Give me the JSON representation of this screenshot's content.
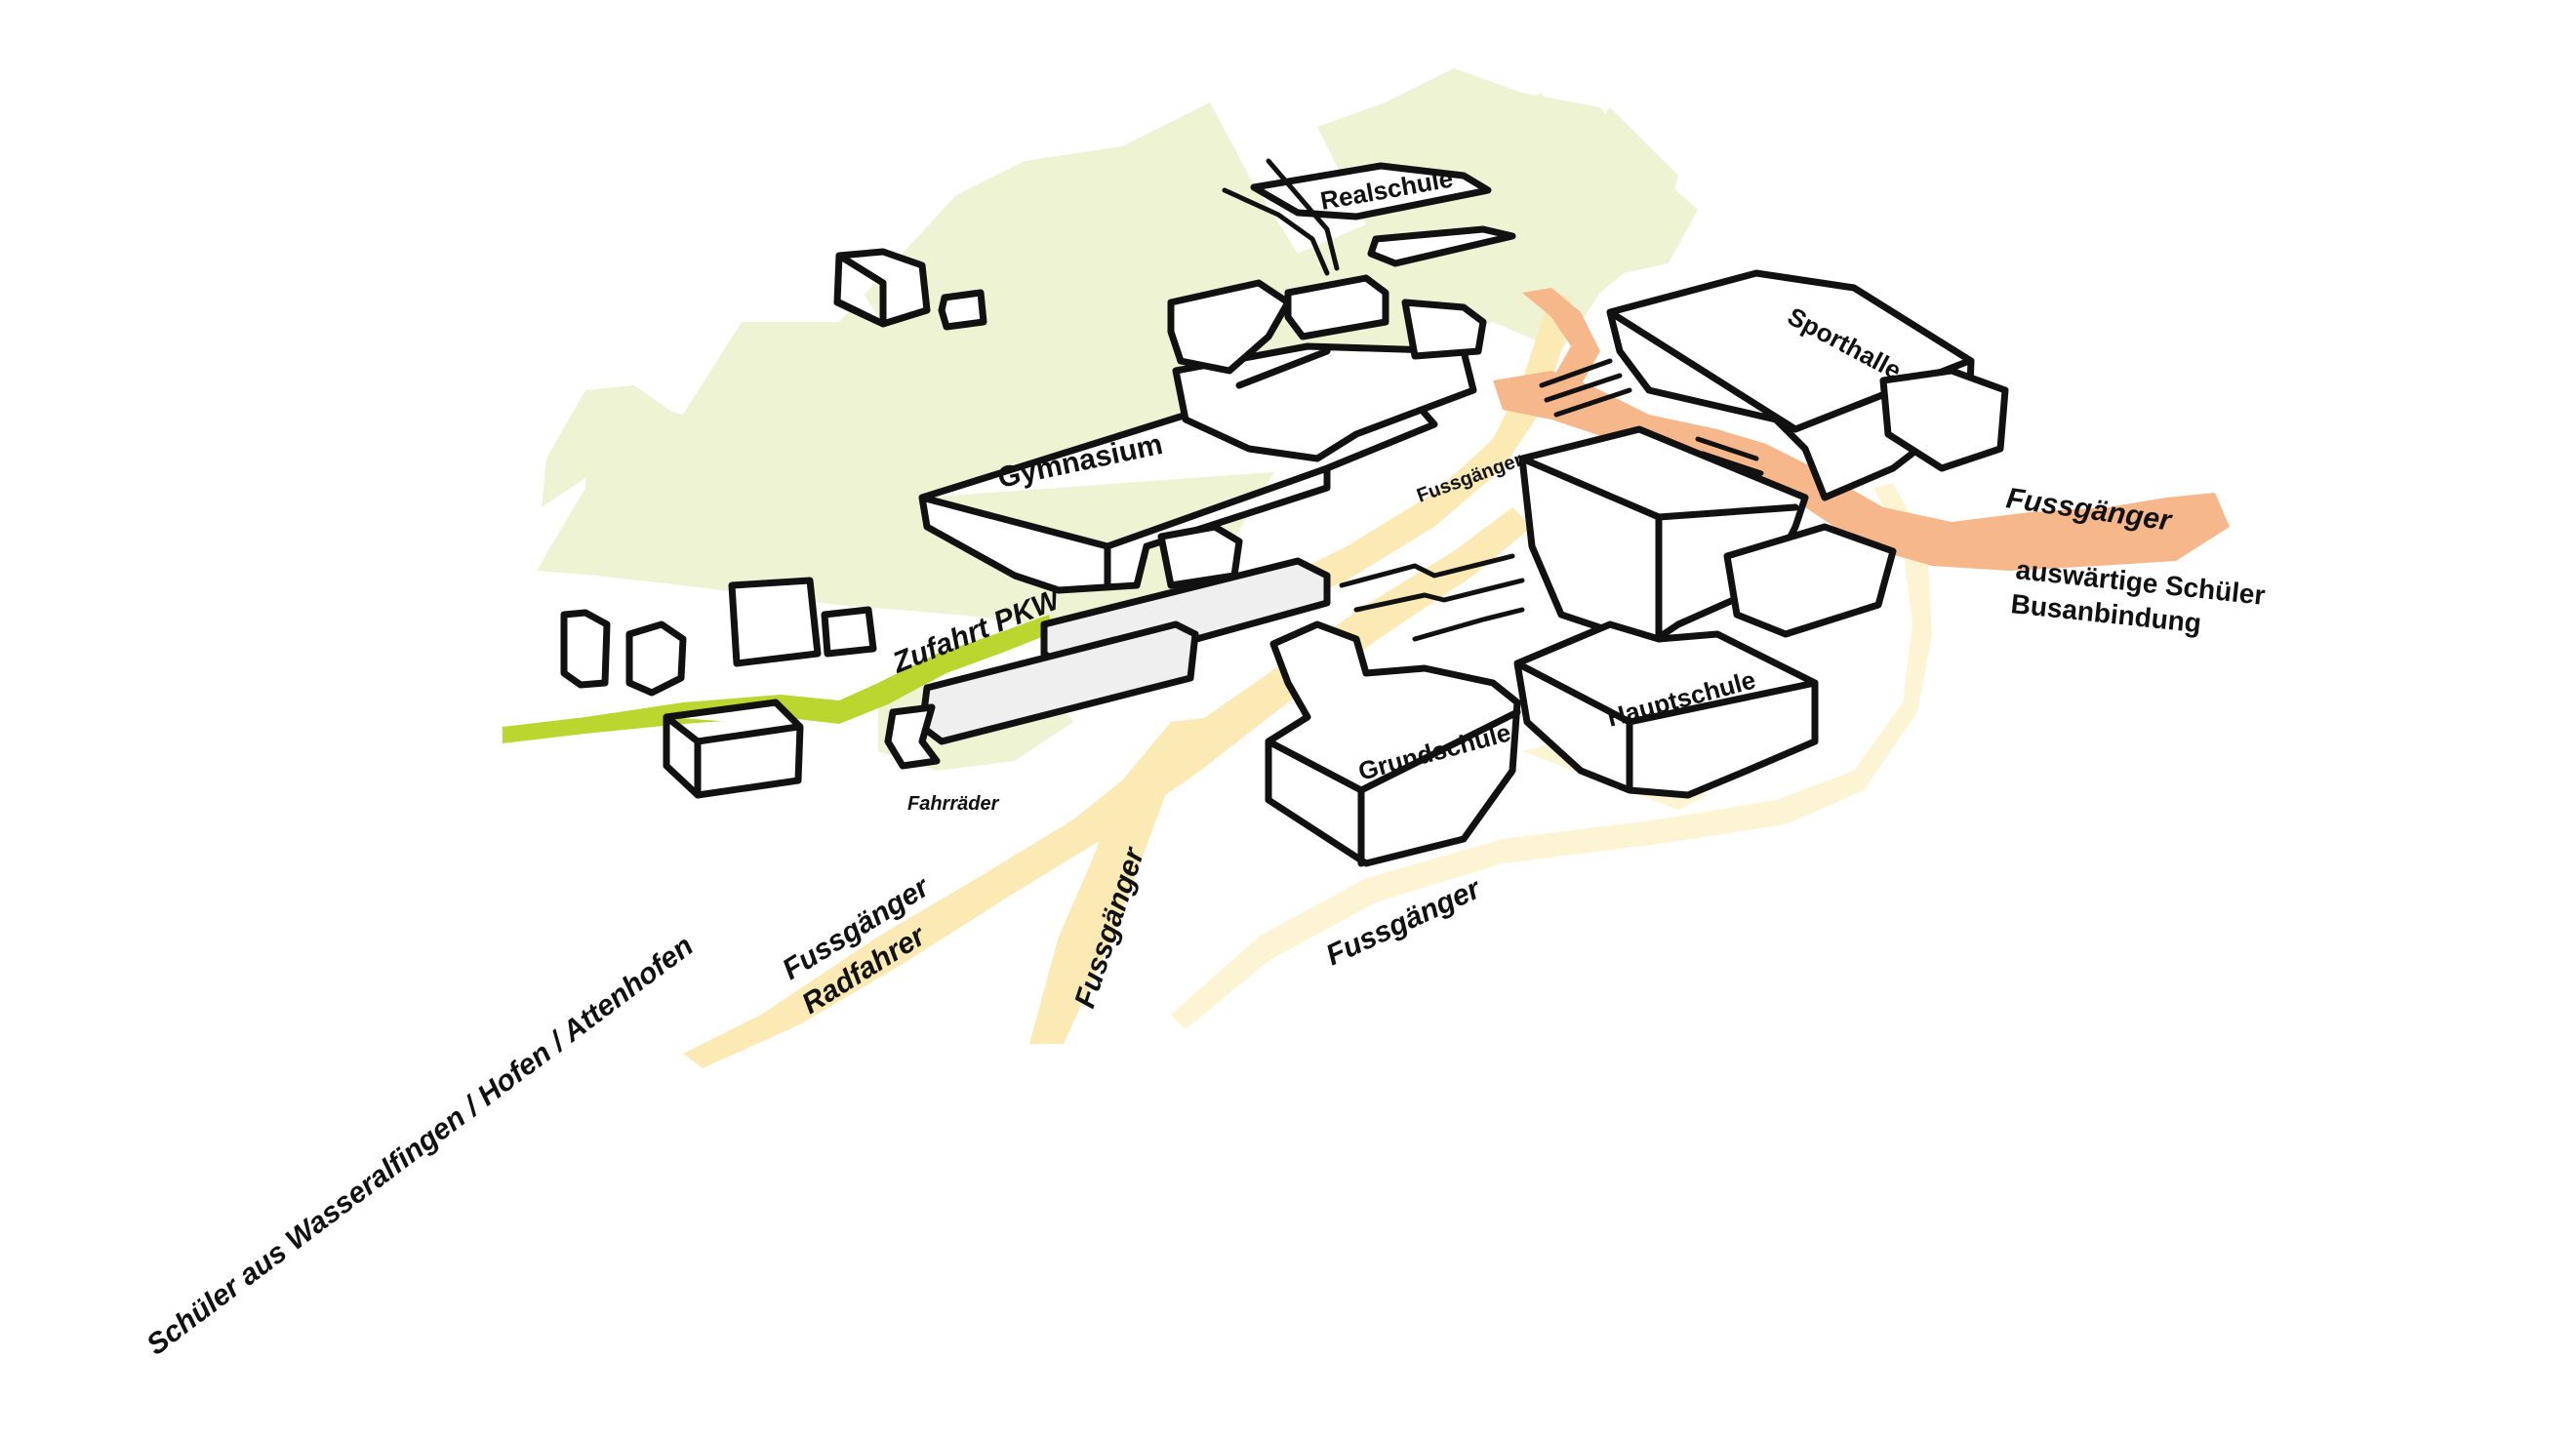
{
  "colors": {
    "green_area": "#eef3d3",
    "pedestrian_path": "#fbeab3",
    "pedestrian_path_light": "#fdf4d3",
    "external_pedestrian_path": "#f6b88a",
    "car_access": "#bcd630",
    "building_fill": "#ffffff",
    "building_shaded": "#efefef",
    "outline": "#111111"
  },
  "buildings": {
    "realschule": "Realschule",
    "sporthalle": "Sporthalle",
    "gymnasium": "Gymnasium",
    "grundschule": "Grundschule",
    "hauptschule": "Hauptschule"
  },
  "routes": {
    "fussgaenger_small": "Fussgänger",
    "fussgaenger_east": "Fussgänger",
    "auswaertige_schueler": "auswärtige Schüler",
    "busanbindung": "Busanbindung",
    "zufahrt_pkw": "Zufahrt PKW",
    "fahrraeder": "Fahrräder",
    "fussgaenger_radfahrer_line1": "Fussgänger",
    "fussgaenger_radfahrer_line2": "Radfahrer",
    "fussgaenger_center": "Fussgänger",
    "fussgaenger_south": "Fussgänger",
    "schueler_aus": "Schüler aus Wasseralfingen / Hofen / Attenhofen"
  }
}
